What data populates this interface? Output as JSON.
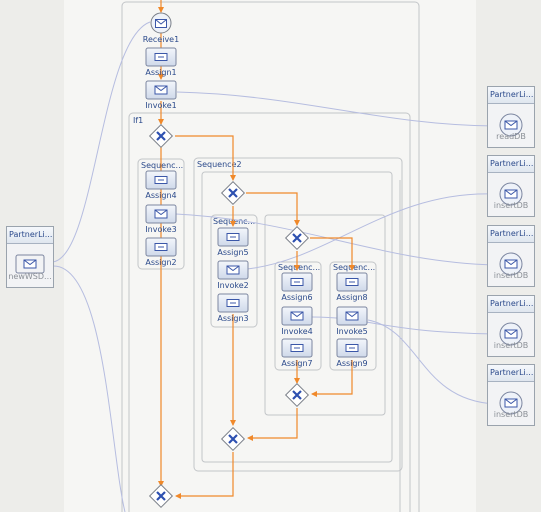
{
  "process": {
    "receive1": "Receive1",
    "assign1": "Assign1",
    "invoke1": "Invoke1",
    "if1": "If1",
    "seq_left": "Sequenc...",
    "assign4": "Assign4",
    "invoke3": "Invoke3",
    "assign2": "Assign2",
    "sequence2": "Sequence2",
    "seq_mid": "Sequenc...",
    "assign5": "Assign5",
    "invoke2": "Invoke2",
    "assign3": "Assign3",
    "seq_inner_left": "Sequenc...",
    "assign6": "Assign6",
    "invoke4": "Invoke4",
    "assign7": "Assign7",
    "seq_inner_right": "Sequenc...",
    "assign8": "Assign8",
    "invoke5": "Invoke5",
    "assign9": "Assign9"
  },
  "partner_links": {
    "left": {
      "title": "PartnerLi...",
      "label": "newWSD..."
    },
    "right": [
      {
        "title": "PartnerLi...",
        "label": "readDB"
      },
      {
        "title": "PartnerLi...",
        "label": "insertDB"
      },
      {
        "title": "PartnerLi...",
        "label": "insertDB"
      },
      {
        "title": "PartnerLi...",
        "label": "insertDB"
      },
      {
        "title": "PartnerLi...",
        "label": "insertDB"
      }
    ]
  },
  "colors": {
    "flow": "#f0892a",
    "link": "#b6bde0",
    "gateway": "#2d50b0",
    "container": "#bfc3c7"
  }
}
